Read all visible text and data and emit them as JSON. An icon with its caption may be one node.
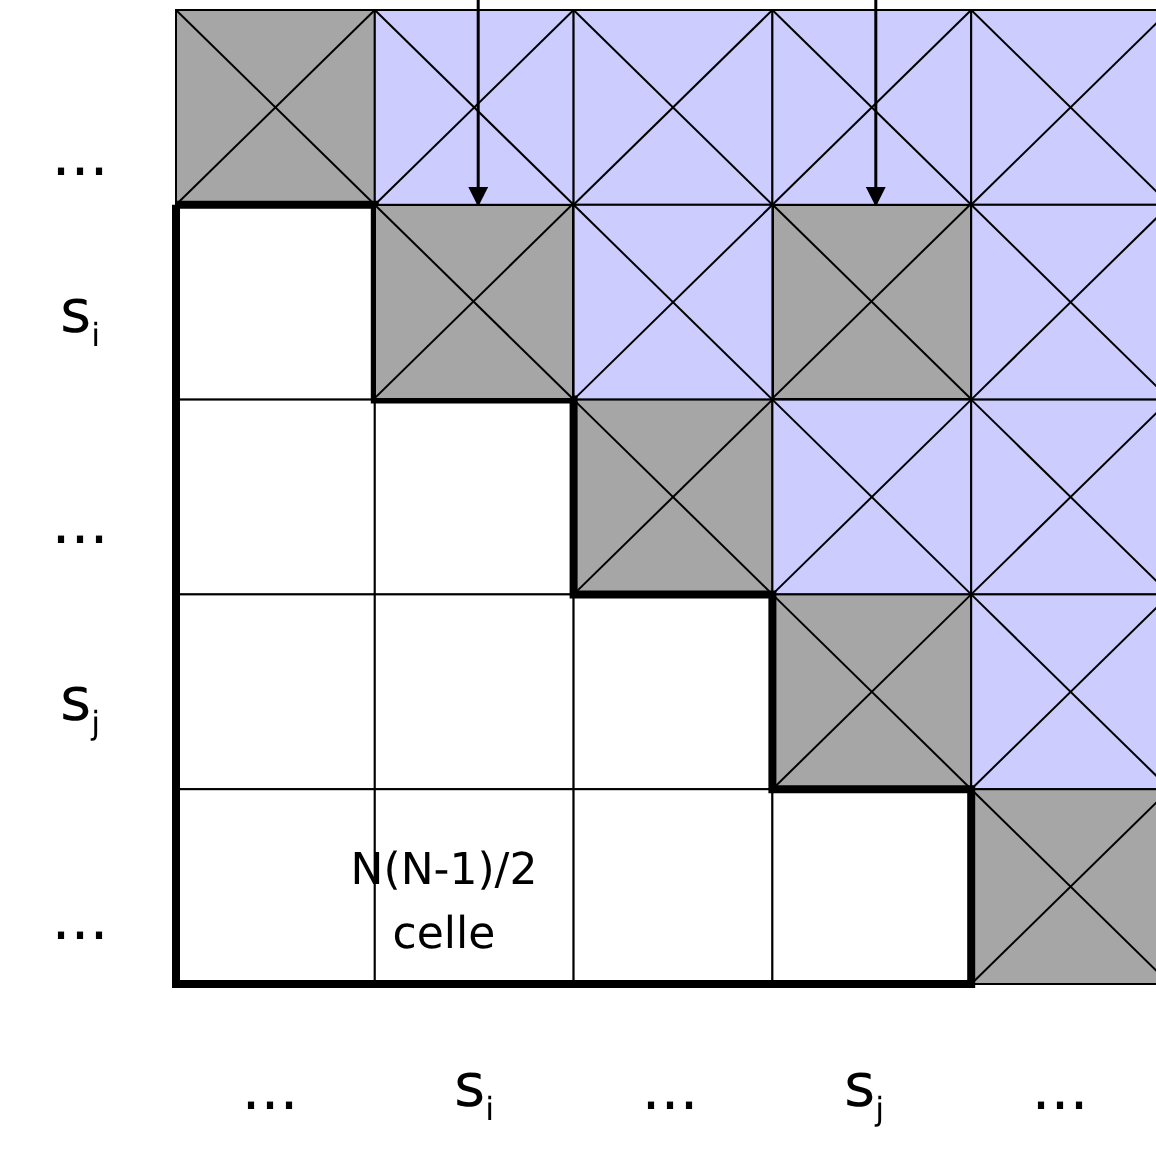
{
  "diagram": {
    "nodes": [
      {
        "text": [],
        "shape": "box"
      },
      {
        "text": [],
        "shape": "box"
      }
    ],
    "edges": [
      {
        "from": null,
        "to": 0,
        "arrow": "to"
      },
      {
        "from": null,
        "to": 1,
        "arrow": "to"
      }
    ],
    "labels": [
      "...",
      "s$_{i}$",
      "...",
      "s$_{j}$",
      "N(N-1)/2 celle",
      "...",
      "...",
      "s$_{i}$",
      "...",
      "s$_{j}$",
      "..."
    ]
  }
}
